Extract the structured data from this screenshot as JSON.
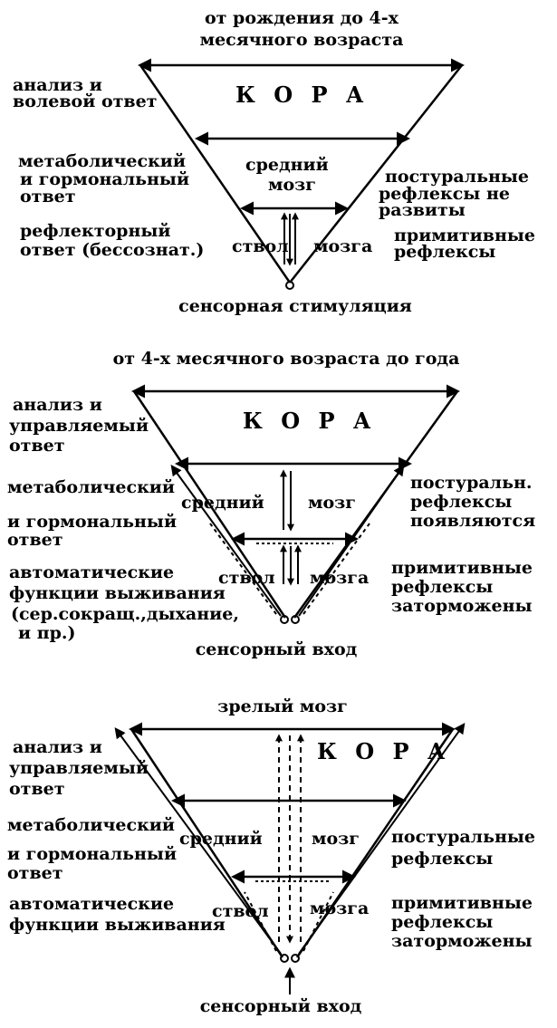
{
  "panels": [
    {
      "title": [
        "от рождения до 4-х",
        "месячного возраста"
      ],
      "left_labels": [
        [
          "анализ и",
          "волевой ответ"
        ],
        [
          "метаболический",
          "и гормональный",
          "ответ"
        ],
        [
          "рефлекторный",
          "ответ (бессознат.)"
        ]
      ],
      "right_labels": [
        [
          "постуральные",
          "рефлексы не",
          "развиты"
        ],
        [
          "примитивные",
          "рефлексы"
        ]
      ],
      "cortex": "К О Р А",
      "mid_left": "средний",
      "mid_right": "мозг",
      "stem_left": "ствол",
      "stem_right": "мозга",
      "bottom": "сенсорная стимуляция"
    },
    {
      "title": [
        "от 4-х месячного возраста до года"
      ],
      "left_labels": [
        [
          "анализ и",
          "управляемый",
          "ответ"
        ],
        [
          "метаболический"
        ],
        [
          "и гормональный",
          "ответ"
        ],
        [
          "автоматические",
          "функции выживания",
          "(сер.сокращ.,дыхание,",
          "и пр.)"
        ]
      ],
      "right_labels": [
        [
          "постуральн.",
          "рефлексы",
          "появляются"
        ],
        [
          "примитивные",
          "рефлексы",
          "заторможены"
        ]
      ],
      "cortex": "К О Р А",
      "mid_left": "средний",
      "mid_right": "мозг",
      "stem_left": "ствол",
      "stem_right": "мозга",
      "bottom": "сенсорный вход"
    },
    {
      "title": [
        "зрелый    мозг"
      ],
      "left_labels": [
        [
          "анализ и",
          "управляемый",
          "ответ"
        ],
        [
          "метаболический"
        ],
        [
          "и гормональный",
          "ответ"
        ],
        [
          "автоматические",
          "функции выживания"
        ]
      ],
      "right_labels": [
        [
          "постуральные",
          "рефлексы"
        ],
        [
          "примитивные",
          "рефлексы",
          "заторможены"
        ]
      ],
      "cortex": "К О Р А",
      "mid_left": "средний",
      "mid_right": "мозг",
      "stem_left": "ствол",
      "stem_right": "мозга",
      "bottom": "сенсорный вход"
    }
  ]
}
